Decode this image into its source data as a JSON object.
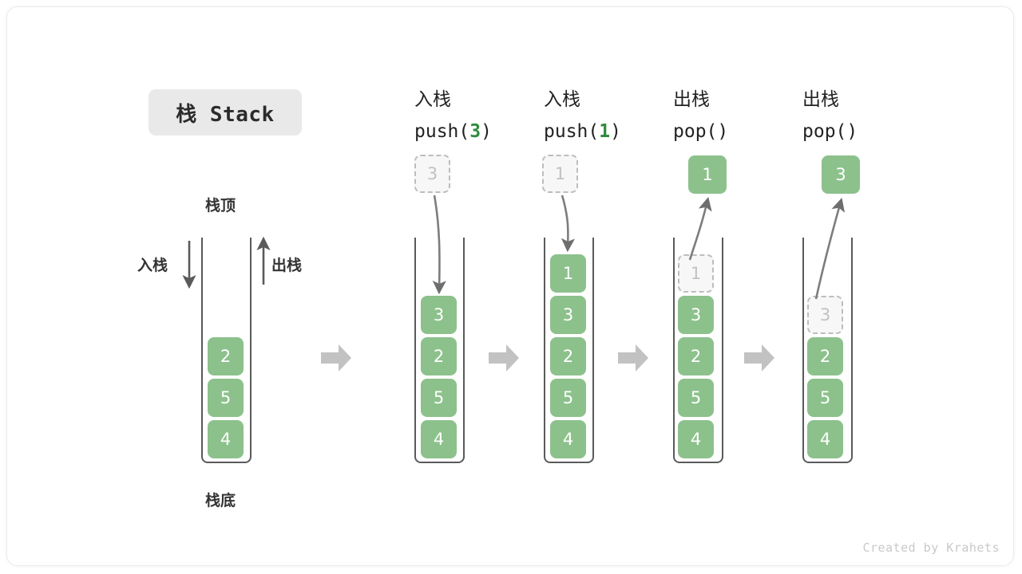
{
  "title_badge": {
    "label": "栈 Stack"
  },
  "credit": "Created by Krahets",
  "colors": {
    "cell_fill": "#8cc18c",
    "cell_text": "#ffffff",
    "ghost_fill": "#f7f7f7",
    "ghost_border": "#bdbdbd",
    "ghost_text": "#c2c2c2",
    "code_number": "#2e8b3d",
    "wall": "#5a5a5a",
    "transition_arrow": "#c2c2c2",
    "badge_bg": "#e9e9e9"
  },
  "legend": {
    "top_label": "栈顶",
    "bottom_label": "栈底",
    "push_label": "入栈",
    "pop_label": "出栈"
  },
  "initial_stack": {
    "cells": [
      "2",
      "5",
      "4"
    ]
  },
  "steps": [
    {
      "id": "push-3",
      "op_cn": "入栈",
      "op_code_prefix": "push(",
      "op_code_value": "3",
      "op_code_suffix": ")",
      "incoming_ghost": "3",
      "cells": [
        "3",
        "2",
        "5",
        "4"
      ],
      "ghost_in_stack": null,
      "popped_value": null
    },
    {
      "id": "push-1",
      "op_cn": "入栈",
      "op_code_prefix": "push(",
      "op_code_value": "1",
      "op_code_suffix": ")",
      "incoming_ghost": "1",
      "cells": [
        "1",
        "3",
        "2",
        "5",
        "4"
      ],
      "ghost_in_stack": null,
      "popped_value": null
    },
    {
      "id": "pop-1",
      "op_cn": "出栈",
      "op_code_prefix": "pop(",
      "op_code_value": "",
      "op_code_suffix": ")",
      "incoming_ghost": null,
      "cells": [
        "3",
        "2",
        "5",
        "4"
      ],
      "ghost_in_stack": "1",
      "popped_value": "1"
    },
    {
      "id": "pop-3",
      "op_cn": "出栈",
      "op_code_prefix": "pop(",
      "op_code_value": "",
      "op_code_suffix": ")",
      "incoming_ghost": null,
      "cells": [
        "2",
        "5",
        "4"
      ],
      "ghost_in_stack": "3",
      "popped_value": "3"
    }
  ],
  "transition_arrows": 4
}
